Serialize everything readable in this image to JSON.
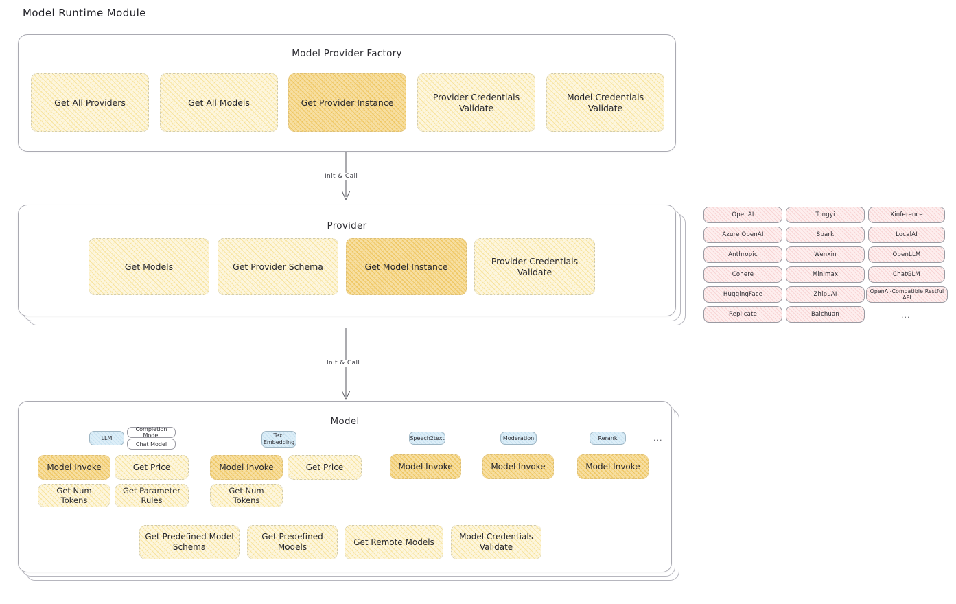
{
  "page": {
    "title": "Model Runtime Module"
  },
  "factory": {
    "title": "Model Provider Factory",
    "boxes": [
      {
        "label": "Get All Providers",
        "highlighted": false
      },
      {
        "label": "Get All Models",
        "highlighted": false
      },
      {
        "label": "Get Provider Instance",
        "highlighted": true
      },
      {
        "label": "Provider Credentials Validate",
        "highlighted": false
      },
      {
        "label": "Model Credentials Validate",
        "highlighted": false
      }
    ]
  },
  "arrow_top": {
    "label": "Init & Call"
  },
  "provider": {
    "title": "Provider",
    "boxes": [
      {
        "label": "Get Models",
        "highlighted": false
      },
      {
        "label": "Get Provider Schema",
        "highlighted": false
      },
      {
        "label": "Get Model Instance",
        "highlighted": true
      },
      {
        "label": "Provider Credentials Validate",
        "highlighted": false
      }
    ],
    "stack_layers": 2
  },
  "provider_list": {
    "column1": [
      "OpenAI",
      "Azure OpenAI",
      "Anthropic",
      "Cohere",
      "HuggingFace",
      "Replicate"
    ],
    "column2": [
      "Tongyi",
      "Spark",
      "Wenxin",
      "Minimax",
      "ZhipuAI",
      "Baichuan"
    ],
    "column3": [
      "Xinference",
      "LocalAI",
      "OpenLLM",
      "ChatGLM",
      "OpenAI-Compatible Restful API"
    ],
    "more": "..."
  },
  "arrow_bottom": {
    "label": "Init & Call"
  },
  "model": {
    "title": "Model",
    "stack_layers": 2,
    "types": [
      {
        "name": "LLM",
        "subtypes": [
          "Completion Model",
          "Chat Model"
        ],
        "methods": [
          {
            "label": "Model Invoke",
            "highlighted": true
          },
          {
            "label": "Get Price",
            "highlighted": false
          },
          {
            "label": "Get Num Tokens",
            "highlighted": false
          },
          {
            "label": "Get Parameter Rules",
            "highlighted": false
          }
        ]
      },
      {
        "name": "Text Embedding",
        "subtypes": [],
        "methods": [
          {
            "label": "Model Invoke",
            "highlighted": true
          },
          {
            "label": "Get Price",
            "highlighted": false
          },
          {
            "label": "Get Num Tokens",
            "highlighted": false
          }
        ]
      },
      {
        "name": "Speech2text",
        "subtypes": [],
        "methods": [
          {
            "label": "Model Invoke",
            "highlighted": true
          }
        ]
      },
      {
        "name": "Moderation",
        "subtypes": [],
        "methods": [
          {
            "label": "Model Invoke",
            "highlighted": true
          }
        ]
      },
      {
        "name": "Rerank",
        "subtypes": [],
        "methods": [
          {
            "label": "Model Invoke",
            "highlighted": true
          }
        ]
      }
    ],
    "more": "...",
    "common_methods": [
      "Get Predefined Model Schema",
      "Get Predefined Models",
      "Get Remote Models",
      "Model Credentials Validate"
    ]
  }
}
